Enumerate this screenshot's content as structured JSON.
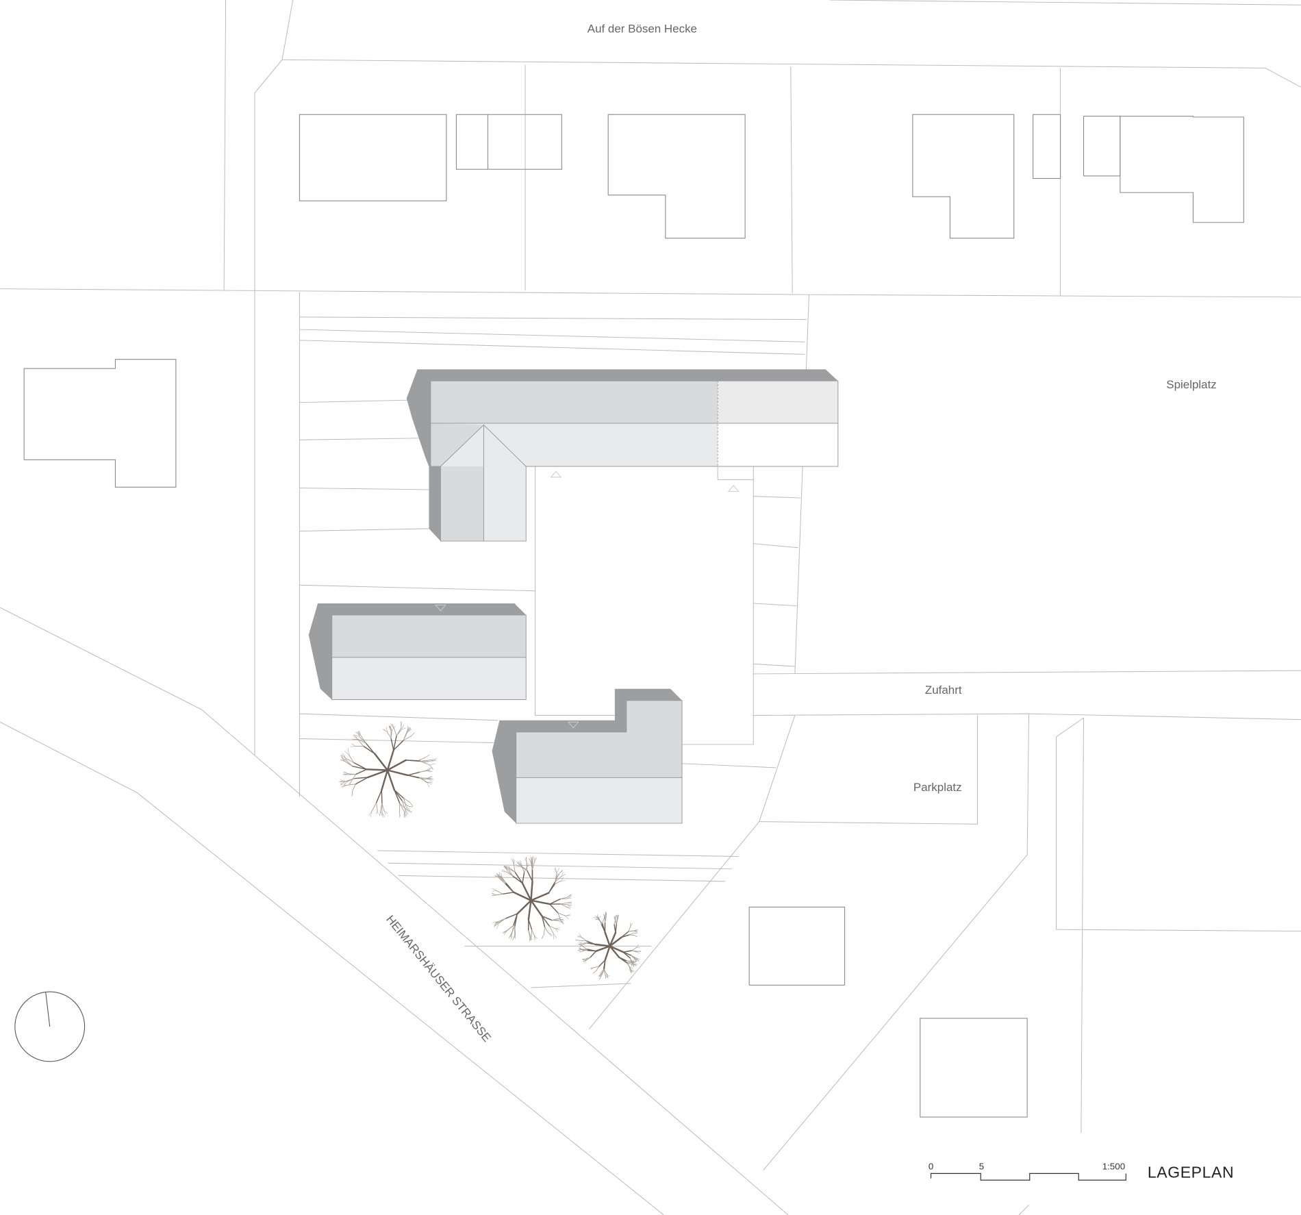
{
  "labels": {
    "street_north": "Auf der Bösen Hecke",
    "playground": "Spielplatz",
    "driveway": "Zufahrt",
    "parking": "Parkplatz",
    "street_southwest": "HEIMARSHÄUSER STRASSE"
  },
  "scale_bar": {
    "tick_0": "0",
    "tick_5": "5",
    "ratio": "1:500"
  },
  "title": "LAGEPLAN",
  "colors": {
    "shadow": "#9d9e a0",
    "roof_dark": "#d9dadc",
    "roof_light": "#e9eaeb",
    "tree": "#8a7f74"
  }
}
